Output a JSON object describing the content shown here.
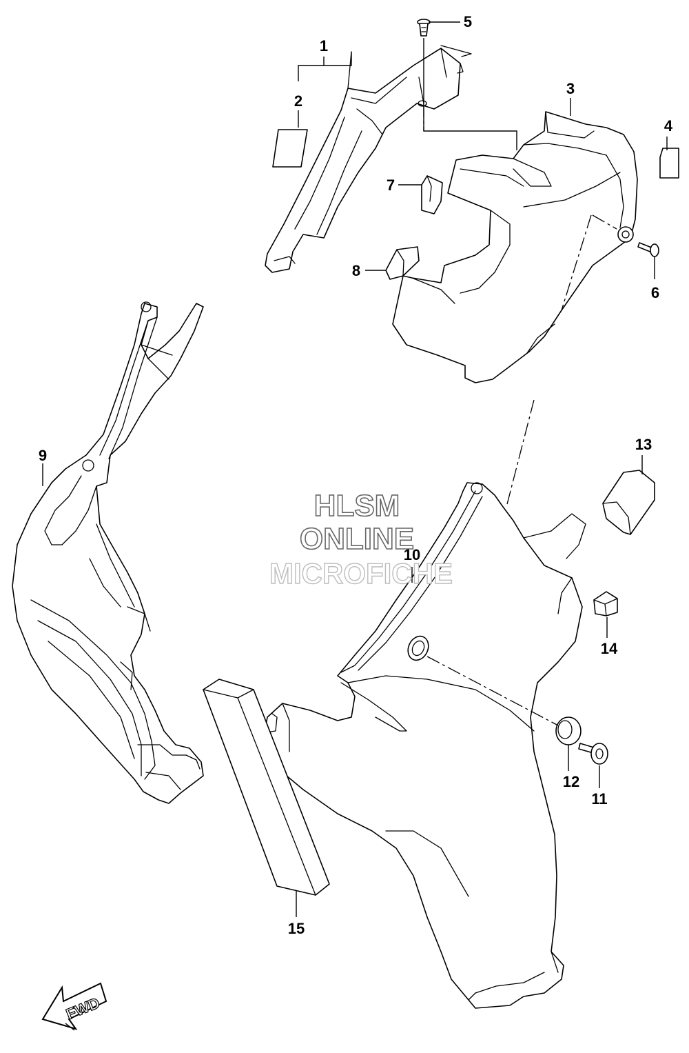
{
  "callouts": [
    {
      "id": "1",
      "label": "1"
    },
    {
      "id": "2",
      "label": "2"
    },
    {
      "id": "3",
      "label": "3"
    },
    {
      "id": "4",
      "label": "4"
    },
    {
      "id": "5",
      "label": "5"
    },
    {
      "id": "6",
      "label": "6"
    },
    {
      "id": "7",
      "label": "7"
    },
    {
      "id": "8",
      "label": "8"
    },
    {
      "id": "9",
      "label": "9"
    },
    {
      "id": "10",
      "label": "10"
    },
    {
      "id": "11",
      "label": "11"
    },
    {
      "id": "12",
      "label": "12"
    },
    {
      "id": "13",
      "label": "13"
    },
    {
      "id": "14",
      "label": "14"
    },
    {
      "id": "15",
      "label": "15"
    }
  ],
  "watermark": {
    "line1": "HLSM",
    "line2": "ONLINE",
    "line3": "MICROFICHE"
  },
  "direction_marker": {
    "label": "FWD"
  },
  "colors": {
    "line": "#000000",
    "background": "#ffffff",
    "watermark_dark": "#666666",
    "watermark_light": "#bdbdbd"
  }
}
